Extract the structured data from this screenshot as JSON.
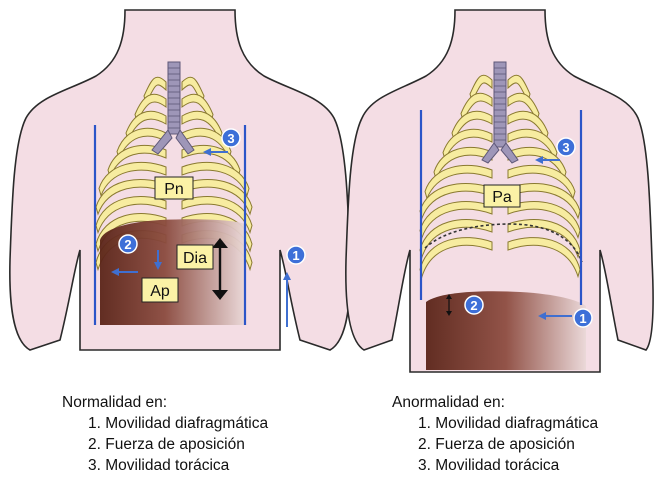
{
  "left_panel": {
    "labels": {
      "lung": "Pn",
      "diaphragm": "Dia",
      "apposition": "Ap"
    },
    "markers": {
      "m1": "1",
      "m2": "2",
      "m3": "3"
    },
    "caption": {
      "title": "Normalidad en:",
      "items": [
        "1. Movilidad diafragmática",
        "2. Fuerza de aposición",
        "3. Movilidad torácica"
      ]
    }
  },
  "right_panel": {
    "labels": {
      "lung": "Pa"
    },
    "markers": {
      "m1": "1",
      "m2": "2",
      "m3": "3"
    },
    "caption": {
      "title": "Anormalidad en:",
      "items": [
        "1. Movilidad diafragmática",
        "2. Fuerza de aposición",
        "3. Movilidad torácica"
      ]
    }
  },
  "colors": {
    "skin": "#f4dde4",
    "skin_outline": "#2a2a2a",
    "rib": "#f7eca0",
    "rib_outline": "#8a7a30",
    "trachea": "#9e96b8",
    "liver_dark": "#5a2418",
    "liver_light": "#e9d6d6",
    "arrow_blue": "#3f6fd0",
    "line_blue": "#2b55c8",
    "marker_blue": "#3d6fd8",
    "label_box": "#fbf2a6"
  }
}
